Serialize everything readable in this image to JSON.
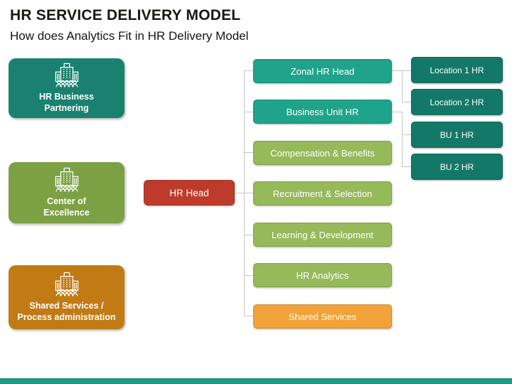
{
  "slide": {
    "title": "HR SERVICE DELIVERY MODEL",
    "subtitle": "How does Analytics Fit in HR Delivery Model"
  },
  "colors": {
    "title_text": "#1b1713",
    "teal_dark": "#1a8170",
    "teal_right": "#147868",
    "teal_mid": "#1fa38b",
    "olive": "#7ca144",
    "green_light": "#96b95a",
    "orange_dark": "#c17a14",
    "orange_light": "#f1a238",
    "red": "#be3b2c",
    "connector": "#c6c6c6",
    "footer_bar": "#1c9c84"
  },
  "left_nodes": [
    {
      "label": "HR Business\nPartnering",
      "color": "#1a8170",
      "icon": "building-people-icon"
    },
    {
      "label": "Center of\nExcellence",
      "color": "#7ca144",
      "icon": "building-people-icon"
    },
    {
      "label": "Shared Services /\nProcess administration",
      "color": "#c17a14",
      "icon": "building-people-icon"
    }
  ],
  "root_node": {
    "label": "HR Head",
    "color": "#be3b2c"
  },
  "middle_nodes": [
    {
      "label": "Zonal HR Head",
      "color": "#1fa38b"
    },
    {
      "label": "Business Unit HR",
      "color": "#1fa38b"
    },
    {
      "label": "Compensation & Benefits",
      "color": "#96b95a"
    },
    {
      "label": "Recruitment & Selection",
      "color": "#96b95a"
    },
    {
      "label": "Learning & Development",
      "color": "#96b95a"
    },
    {
      "label": "HR Analytics",
      "color": "#96b95a"
    },
    {
      "label": "Shared Services",
      "color": "#f1a238"
    }
  ],
  "right_nodes": [
    {
      "label": "Location 1 HR",
      "color": "#147868",
      "parent": "Zonal HR Head"
    },
    {
      "label": "Location 2 HR",
      "color": "#147868",
      "parent": "Zonal HR Head"
    },
    {
      "label": "BU 1 HR",
      "color": "#147868",
      "parent": "Business Unit HR"
    },
    {
      "label": "BU 2 HR",
      "color": "#147868",
      "parent": "Business Unit HR"
    }
  ]
}
